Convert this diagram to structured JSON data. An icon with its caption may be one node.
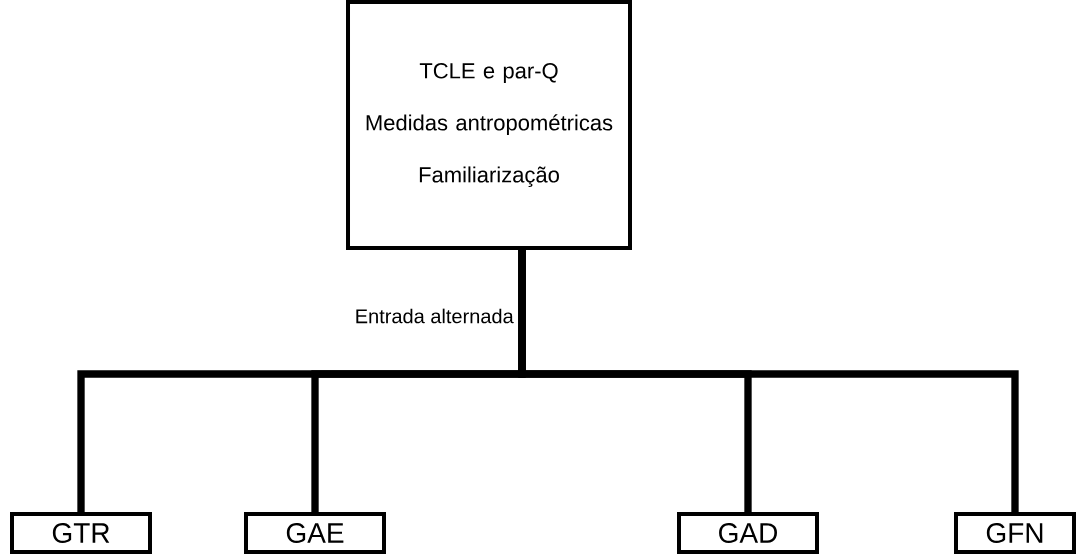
{
  "diagram": {
    "nodes": [
      {
        "text": [
          "TCLE e par-Q",
          "Medidas antropométricas",
          "Familiarização"
        ]
      },
      {
        "text": [
          "GTR"
        ]
      },
      {
        "text": [
          "GAE"
        ]
      },
      {
        "text": [
          "GAD"
        ]
      },
      {
        "text": [
          "GFN"
        ]
      }
    ],
    "edges": [
      {
        "from": 0,
        "to": 1,
        "arrow": "none"
      },
      {
        "from": 0,
        "to": 2,
        "arrow": "none"
      },
      {
        "from": 0,
        "to": 3,
        "arrow": "none"
      },
      {
        "from": 0,
        "to": 4,
        "arrow": "none"
      }
    ],
    "labels": [
      "Entrada alternada"
    ]
  }
}
